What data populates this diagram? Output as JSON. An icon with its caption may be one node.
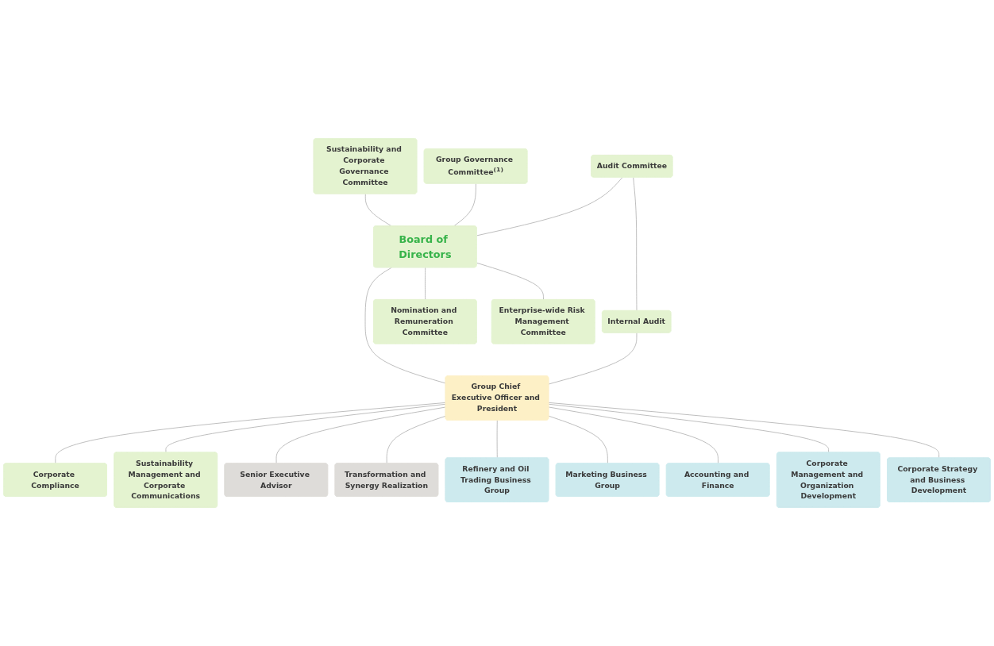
{
  "diagram": {
    "nodes": [
      {
        "text": [
          "Board of Directors"
        ]
      },
      {
        "text": [
          "Sustainability and Corporate Governance Committee"
        ]
      },
      {
        "text": [
          "Group Governance Committee$^{(1)}$"
        ]
      },
      {
        "text": [
          "Audit Committee"
        ]
      },
      {
        "text": [
          "Internal Audit"
        ]
      },
      {
        "text": [
          "Nomination and Remuneration Committee"
        ]
      },
      {
        "text": [
          "Enterprise-wide Risk Management Committee"
        ]
      },
      {
        "text": [
          "Group Chief Executive Officer and President"
        ]
      },
      {
        "text": [
          "Corporate Compliance"
        ]
      },
      {
        "text": [
          "Sustainability Management and Corporate Communications"
        ]
      },
      {
        "text": [
          "Senior Executive Advisor"
        ]
      },
      {
        "text": [
          "Transformation and Synergy Realization"
        ]
      },
      {
        "text": [
          "Refinery and Oil Trading Business Group"
        ]
      },
      {
        "text": [
          "Marketing Business Group"
        ]
      },
      {
        "text": [
          "Accounting and Finance"
        ]
      },
      {
        "text": [
          "Corporate Management and Organization Development"
        ]
      },
      {
        "text": [
          "Corporate Strategy and Business Development"
        ]
      }
    ],
    "edges": [
      {
        "from": 1,
        "to": 0,
        "arrow": "none"
      },
      {
        "from": 2,
        "to": 0,
        "arrow": "none"
      },
      {
        "from": 3,
        "to": 0,
        "arrow": "none"
      },
      {
        "from": 0,
        "to": 5,
        "arrow": "none"
      },
      {
        "from": 0,
        "to": 6,
        "arrow": "none"
      },
      {
        "from": 0,
        "to": 7,
        "arrow": "none"
      },
      {
        "from": 3,
        "to": 4,
        "arrow": "none"
      },
      {
        "from": 4,
        "to": 7,
        "arrow": "none"
      },
      {
        "from": 7,
        "to": 8,
        "arrow": "none"
      },
      {
        "from": 7,
        "to": 9,
        "arrow": "none"
      },
      {
        "from": 7,
        "to": 10,
        "arrow": "none"
      },
      {
        "from": 7,
        "to": 11,
        "arrow": "none"
      },
      {
        "from": 7,
        "to": 12,
        "arrow": "none"
      },
      {
        "from": 7,
        "to": 13,
        "arrow": "none"
      },
      {
        "from": 7,
        "to": 14,
        "arrow": "none"
      },
      {
        "from": 7,
        "to": 15,
        "arrow": "none"
      },
      {
        "from": 7,
        "to": 16,
        "arrow": "none"
      }
    ]
  }
}
